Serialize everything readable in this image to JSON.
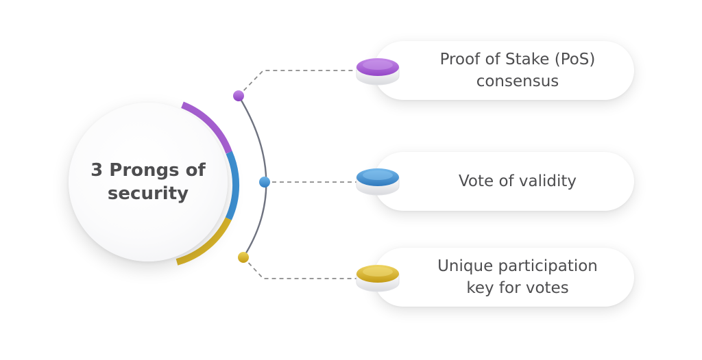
{
  "hub": {
    "title": "3 Prongs of security"
  },
  "prongs": [
    {
      "label": "Proof of Stake (PoS) consensus",
      "color": "#a55fd0"
    },
    {
      "label": "Vote of validity",
      "color": "#3d8fd0"
    },
    {
      "label": "Unique participation key for votes",
      "color": "#d6b22a"
    }
  ]
}
